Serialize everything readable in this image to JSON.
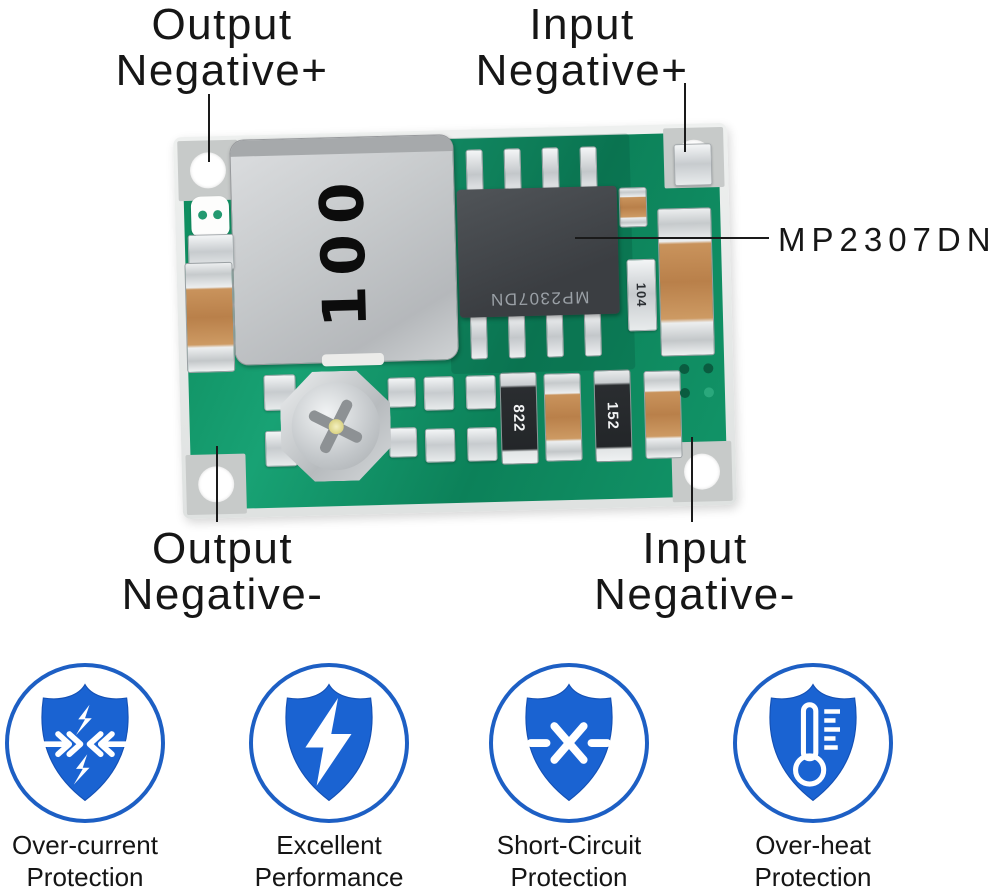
{
  "colors": {
    "badge_blue": "#1a63d2",
    "badge_ring": "#1d5fc4",
    "pcb_green": "#12966b",
    "leader_line": "#1a1a1a",
    "background": "#ffffff"
  },
  "callouts": {
    "top_left": {
      "line1": "Output",
      "line2": "Negative+"
    },
    "top_right": {
      "line1": "Input",
      "line2": "Negative+"
    },
    "bottom_left": {
      "line1": "Output",
      "line2": "Negative-"
    },
    "bottom_right": {
      "line1": "Input",
      "line2": "Negative-"
    },
    "chip_label": "MP2307DN"
  },
  "board_markings": {
    "inductor": "100",
    "chip": "MP2307DN",
    "resistor_left": "822",
    "resistor_right": "152",
    "capacitor_small": "104"
  },
  "badges": [
    {
      "icon": "inward-arrows-bolt-icon",
      "line1": "Over-current",
      "line2": "Protection"
    },
    {
      "icon": "lightning-bolt-icon",
      "line1": "Excellent",
      "line2": "Performance"
    },
    {
      "icon": "short-circuit-x-icon",
      "line1": "Short-Circuit",
      "line2": "Protection"
    },
    {
      "icon": "thermometer-icon",
      "line1": "Over-heat",
      "line2": "Protection"
    }
  ]
}
